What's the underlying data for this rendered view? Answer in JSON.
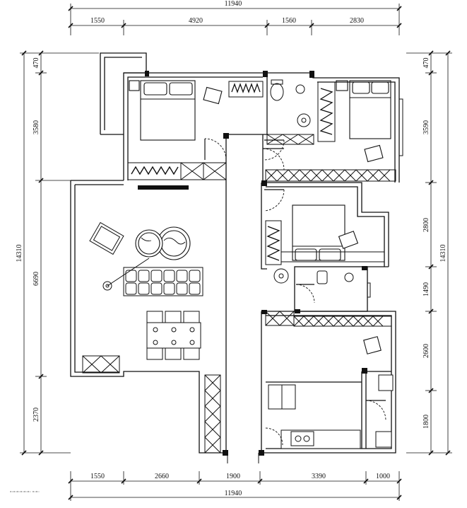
{
  "top": {
    "total": "11940",
    "segments": [
      "1550",
      "4920",
      "1560",
      "2830"
    ]
  },
  "bottom": {
    "total": "11940",
    "segments": [
      "1550",
      "2660",
      "1900",
      "3390",
      "1000"
    ]
  },
  "left": {
    "total": "14310",
    "segments": [
      "470",
      "3580",
      "6690",
      "2370"
    ]
  },
  "right": {
    "total": "14310",
    "segments": [
      "470",
      "3590",
      "2800",
      "1490",
      "2600",
      "1800"
    ]
  },
  "watermark": "▪▫▪▫▪▫▪▫▪▫▪▫ ▪▫▪▫"
}
